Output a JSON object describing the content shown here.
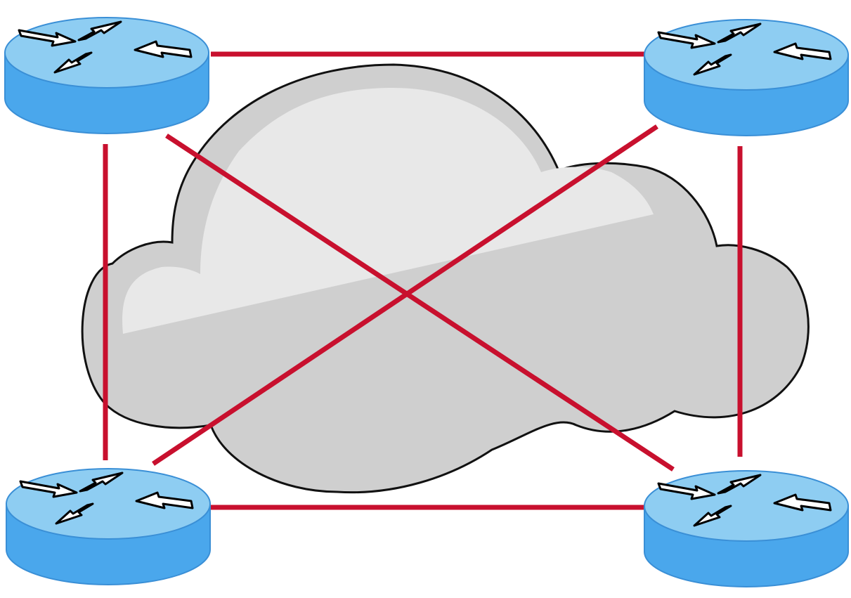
{
  "diagram": {
    "type": "full-mesh-network",
    "colors": {
      "background": "#ffffff",
      "cloud_fill": "#cfcfcf",
      "cloud_highlight": "#e8e8e8",
      "cloud_outline": "#111111",
      "link": "#c8102e",
      "router_top": "#8ecdf2",
      "router_side": "#4aa7ec",
      "router_outline": "#3a8fd6",
      "arrow_fill": "#ffffff",
      "arrow_stroke": "#000000"
    },
    "nodes": [
      {
        "id": "router-top-left",
        "icon": "router-icon"
      },
      {
        "id": "router-top-right",
        "icon": "router-icon"
      },
      {
        "id": "router-bottom-left",
        "icon": "router-icon"
      },
      {
        "id": "router-bottom-right",
        "icon": "router-icon"
      }
    ],
    "links": [
      {
        "from": "router-top-left",
        "to": "router-top-right"
      },
      {
        "from": "router-bottom-left",
        "to": "router-bottom-right"
      },
      {
        "from": "router-top-left",
        "to": "router-bottom-left"
      },
      {
        "from": "router-top-right",
        "to": "router-bottom-right"
      },
      {
        "from": "router-top-left",
        "to": "router-bottom-right"
      },
      {
        "from": "router-top-right",
        "to": "router-bottom-left"
      }
    ],
    "background_icon": "cloud-icon"
  }
}
